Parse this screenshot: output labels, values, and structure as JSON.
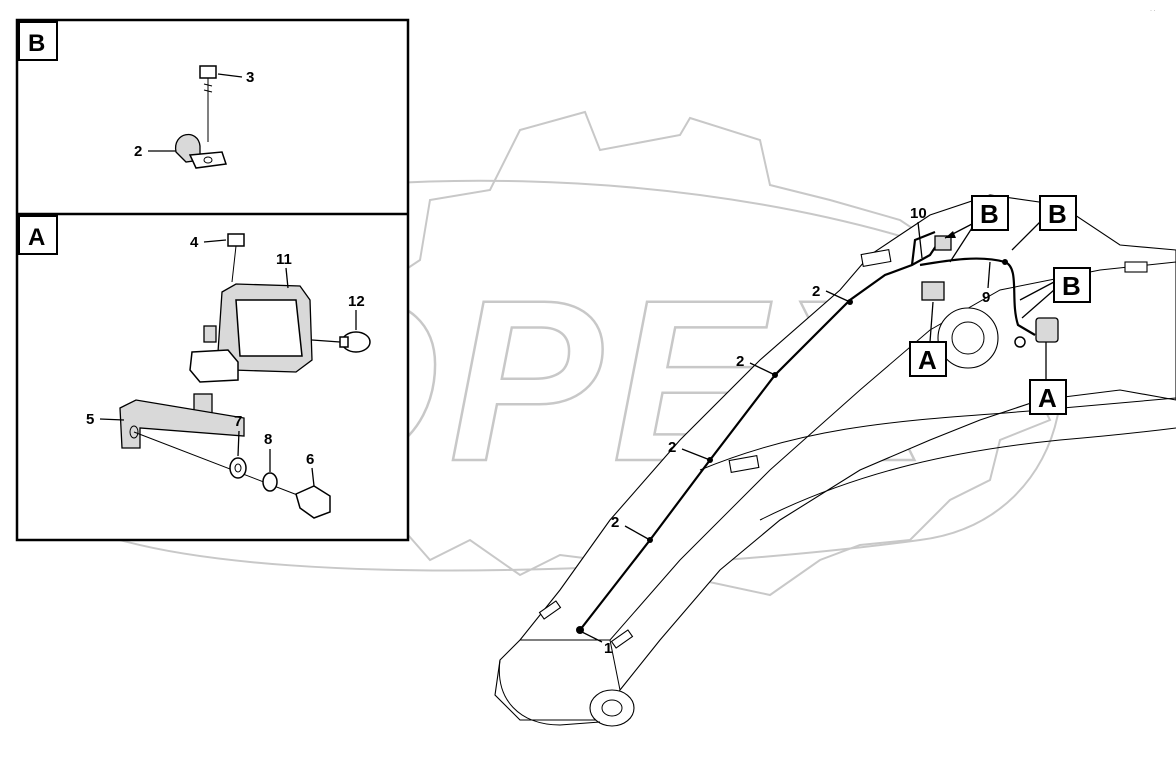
{
  "watermark": {
    "text": "OPEX"
  },
  "insets": {
    "b": {
      "title": "B",
      "callouts": {
        "n3": "3",
        "n2": "2"
      }
    },
    "a": {
      "title": "A",
      "callouts": {
        "n4": "4",
        "n11": "11",
        "n12": "12",
        "n5": "5",
        "n7": "7",
        "n8": "8",
        "n6": "6"
      }
    }
  },
  "main": {
    "callouts": {
      "n10": "10",
      "n9": "9",
      "n2a": "2",
      "n2b": "2",
      "n2c": "2",
      "n2d": "2",
      "n1": "1"
    },
    "detail_refs": {
      "b1": "B",
      "b2": "B",
      "b3": "B",
      "a1": "A",
      "a2": "A"
    }
  }
}
